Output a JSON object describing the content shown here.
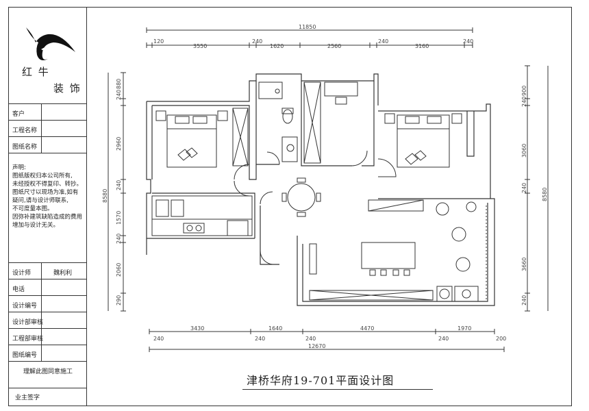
{
  "brand": {
    "line1": "红 牛",
    "line2": "装 饰",
    "logo_icon": "red-bull-bird-logo"
  },
  "info_rows": [
    {
      "label": "客户",
      "value": ""
    },
    {
      "label": "工程名称",
      "value": ""
    },
    {
      "label": "图纸名称",
      "value": ""
    }
  ],
  "declaration": {
    "heading": "声明:",
    "lines": [
      "图纸版权归本公司所有,",
      "未经授权不得复印、转抄。",
      "图纸尺寸以现场为准,如有",
      "疑问,请与设计师联系,",
      "不可度量本图。",
      "因弥补建筑缺陷造成的费用",
      "增加与设计无关。"
    ]
  },
  "sign_rows": [
    {
      "label": "设计师",
      "value": "魏利利"
    },
    {
      "label": "电话",
      "value": ""
    },
    {
      "label": "设计编号",
      "value": ""
    },
    {
      "label": "设计部审核",
      "value": ""
    },
    {
      "label": "工程部审核",
      "value": ""
    },
    {
      "label": "图纸编号",
      "value": ""
    }
  ],
  "approval_note": "理解此图同意施工",
  "owner_signature": "业主签字",
  "drawing_title": "津桥华府19-701平面设计图",
  "dimensions": {
    "top_total": "11850",
    "top_segments": [
      "120",
      "3550",
      "240",
      "1620",
      "2560",
      "240",
      "3160",
      "240"
    ],
    "bottom_segments": [
      "3430",
      "1640",
      "4470",
      "1970"
    ],
    "bottom_small": [
      "240",
      "240",
      "240",
      "240",
      "200"
    ],
    "bottom_total": "12670",
    "left_total": "8580",
    "left_segments": [
      "240",
      "880",
      "2960",
      "240",
      "1570",
      "240",
      "2060",
      "290"
    ],
    "right_total": "8580",
    "right_segments": [
      "900",
      "240",
      "3060",
      "240",
      "3660",
      "240"
    ]
  }
}
